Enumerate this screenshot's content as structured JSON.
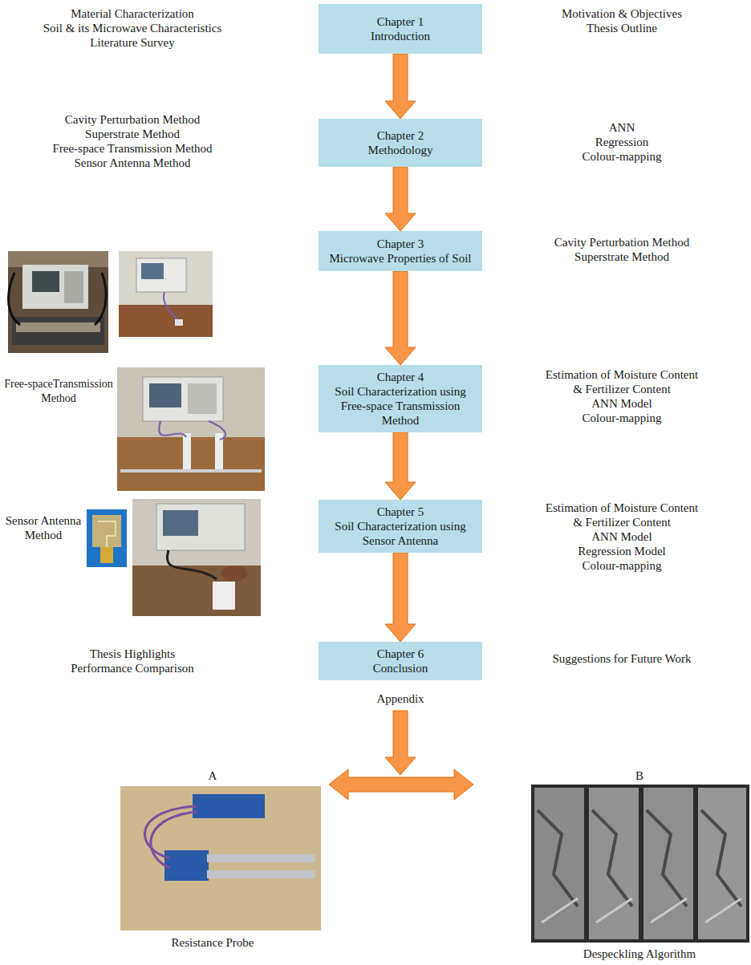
{
  "diagram": {
    "nodes": [
      {
        "text": [
          "Chapter 1",
          "Introduction"
        ]
      },
      {
        "text": [
          "Chapter 2",
          "Methodology"
        ]
      },
      {
        "text": [
          "Chapter 3",
          "Microwave Properties of Soil"
        ]
      },
      {
        "text": [
          "Chapter 4",
          "Soil Characterization using Free-space Transmission Method"
        ]
      },
      {
        "text": [
          "Chapter 5",
          "Soil Characterization using Sensor Antenna"
        ]
      },
      {
        "text": [
          "Chapter 6",
          "Conclusion"
        ]
      }
    ],
    "edges": [
      {
        "from": 0,
        "to": 1,
        "arrow": "to"
      },
      {
        "from": 1,
        "to": 2,
        "arrow": "to"
      },
      {
        "from": 2,
        "to": 3,
        "arrow": "to"
      },
      {
        "from": 3,
        "to": 4,
        "arrow": "to"
      },
      {
        "from": 4,
        "to": 5,
        "arrow": "to"
      }
    ],
    "labels": [
      "Material Characterization",
      "Soil & its Microwave Characteristics",
      "Literature Survey",
      "Motivation & Objectives",
      "Thesis Outline",
      "Cavity Perturbation Method",
      "Superstrate Method",
      "Free-space Transmission Method",
      "Sensor Antenna Method",
      "ANN",
      "Regression",
      "Colour-mapping",
      "Cavity Perturbation Method",
      "Superstrate Method",
      "Free-spaceTransmission Method",
      "Estimation of Moisture Content & Fertilizer Content",
      "ANN Model",
      "Colour-mapping",
      "Sensor Antenna Method",
      "Estimation of Moisture Content & Fertilizer Content",
      "ANN Model",
      "Regression Model",
      "Colour-mapping",
      "Thesis Highlights",
      "Performance Comparison",
      "Suggestions for Future Work",
      "Appendix",
      "A",
      "B",
      "Resistance Probe",
      "Despeckling Algorithm"
    ]
  }
}
